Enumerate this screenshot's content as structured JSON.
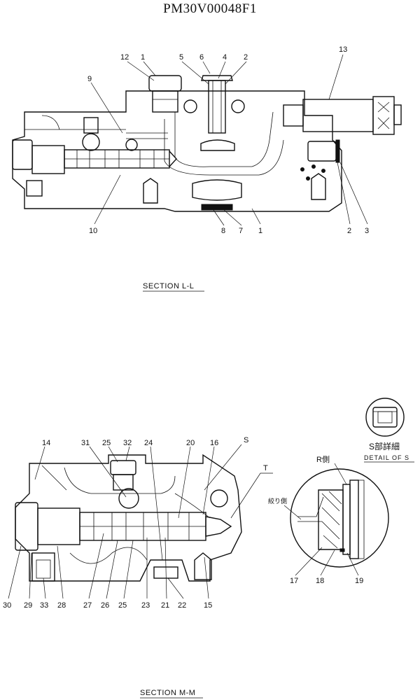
{
  "header": {
    "doc_id": "PM30V00048F1"
  },
  "section_ll": {
    "title": "SECTION  L-L",
    "callouts_top": [
      "12",
      "1",
      "5",
      "6",
      "4",
      "2",
      "13",
      "9"
    ],
    "callouts_bottom": [
      "10",
      "8",
      "7",
      "1",
      "2",
      "3"
    ]
  },
  "section_mm": {
    "title": "SECTION  M-M",
    "callouts_top": [
      "14",
      "31",
      "25",
      "32",
      "24",
      "20",
      "16",
      "S",
      "T"
    ],
    "callouts_bottom": [
      "30",
      "29",
      "33",
      "28",
      "27",
      "26",
      "25",
      "23",
      "21",
      "22",
      "15"
    ]
  },
  "detail_s": {
    "title_jp": "S部詳細",
    "title_en": "DETAIL OF S",
    "label_r": "R側",
    "label_throttle": "絞り側",
    "callouts": [
      "17",
      "18",
      "19"
    ]
  }
}
